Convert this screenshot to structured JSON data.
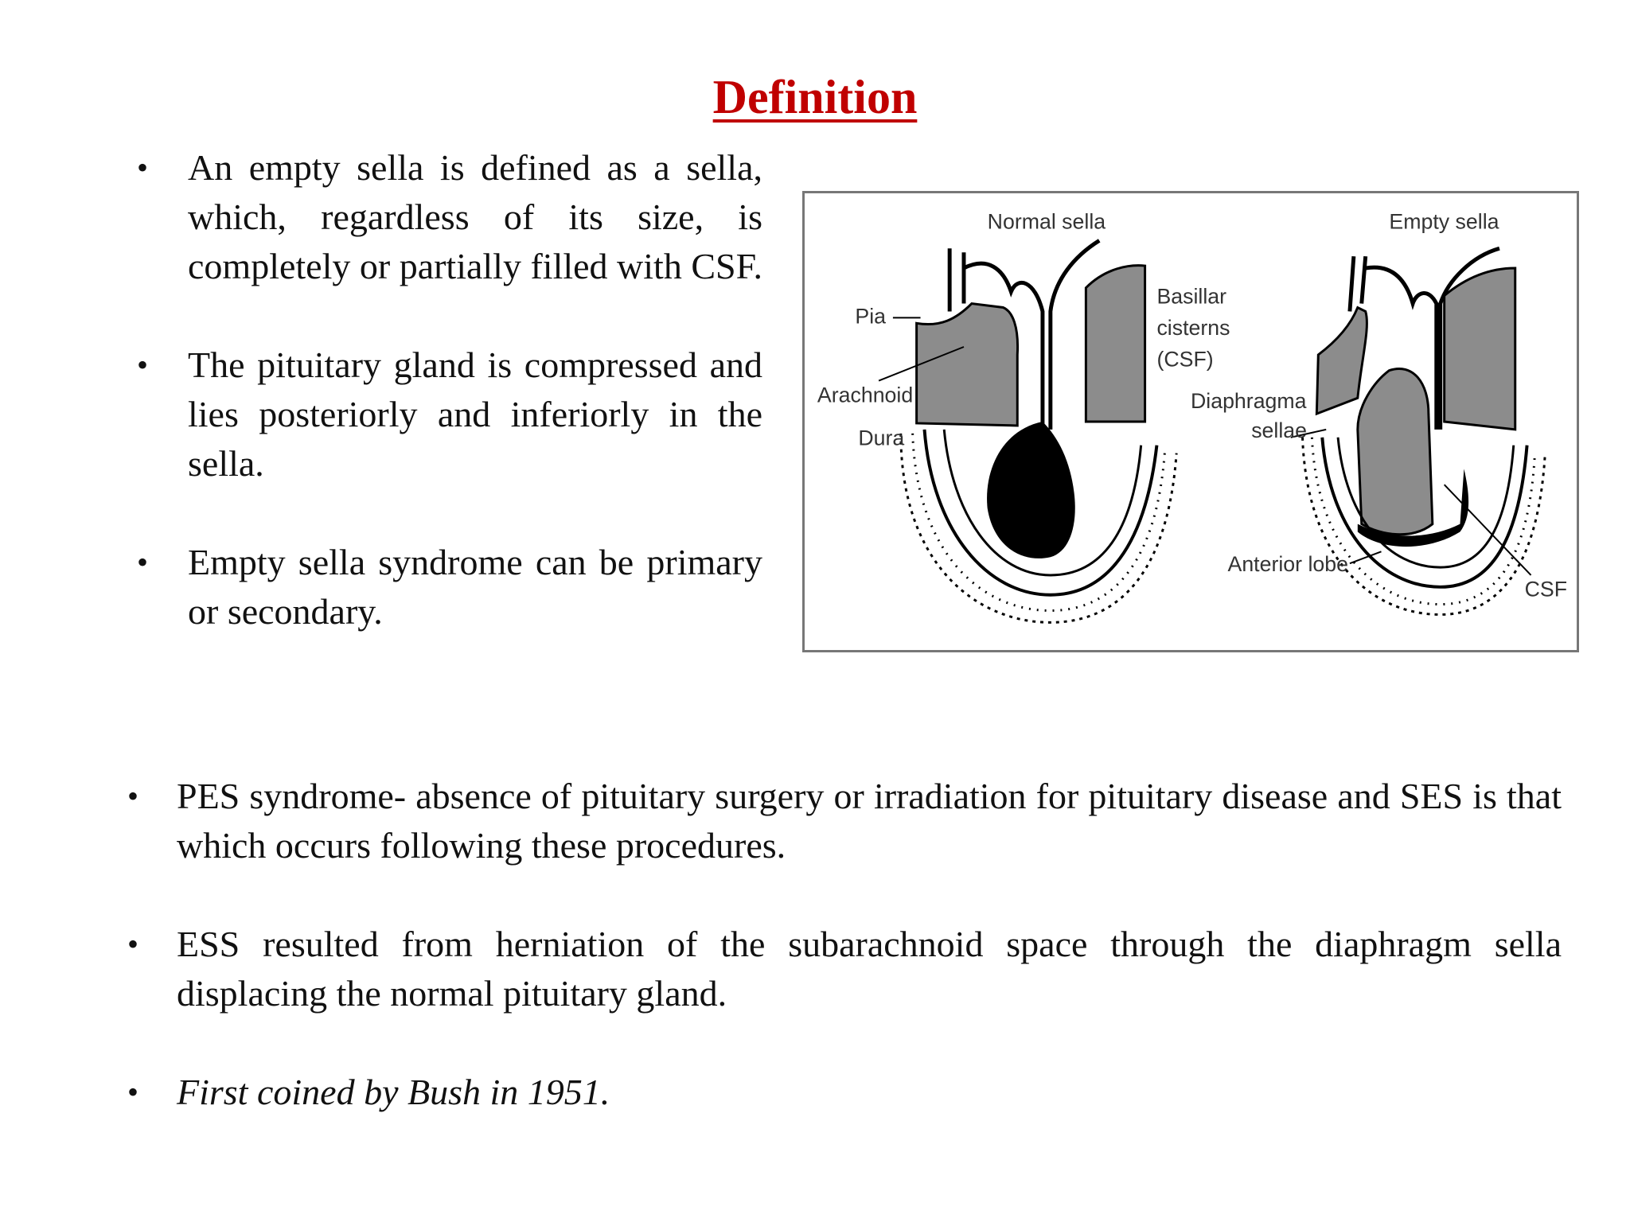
{
  "slide": {
    "title": "Definition",
    "top_bullets": [
      "An empty sella is defined as a sella, which, regardless of its size, is completely or partially filled with CSF.",
      "The pituitary gland is compressed and lies posteriorly and inferiorly in the sella.",
      "Empty sella syndrome can be primary or secondary."
    ],
    "bottom_bullets": [
      "PES syndrome- absence of pituitary surgery or irradiation for pituitary disease and SES is that which occurs following these procedures.",
      "ESS resulted from herniation  of the subarachnoid  space through the  diaphragm sella  displacing the normal  pituitary gland.",
      "First coined by Bush in 1951."
    ],
    "bullet_glyph": "•"
  },
  "figure": {
    "labels": {
      "normal_sella": "Normal sella",
      "empty_sella": "Empty sella",
      "pia": "Pia",
      "arachnoid": "Arachnoid",
      "dura": "Dura",
      "basillar_1": "Basillar",
      "basillar_2": "cisterns",
      "basillar_3": "(CSF)",
      "diaphragma_1": "Diaphragma",
      "diaphragma_2": "sellae",
      "anterior_lobe": "Anterior lobe",
      "csf": "CSF"
    },
    "colors": {
      "tissue": "#8c8c8c",
      "gland": "#000000"
    }
  }
}
